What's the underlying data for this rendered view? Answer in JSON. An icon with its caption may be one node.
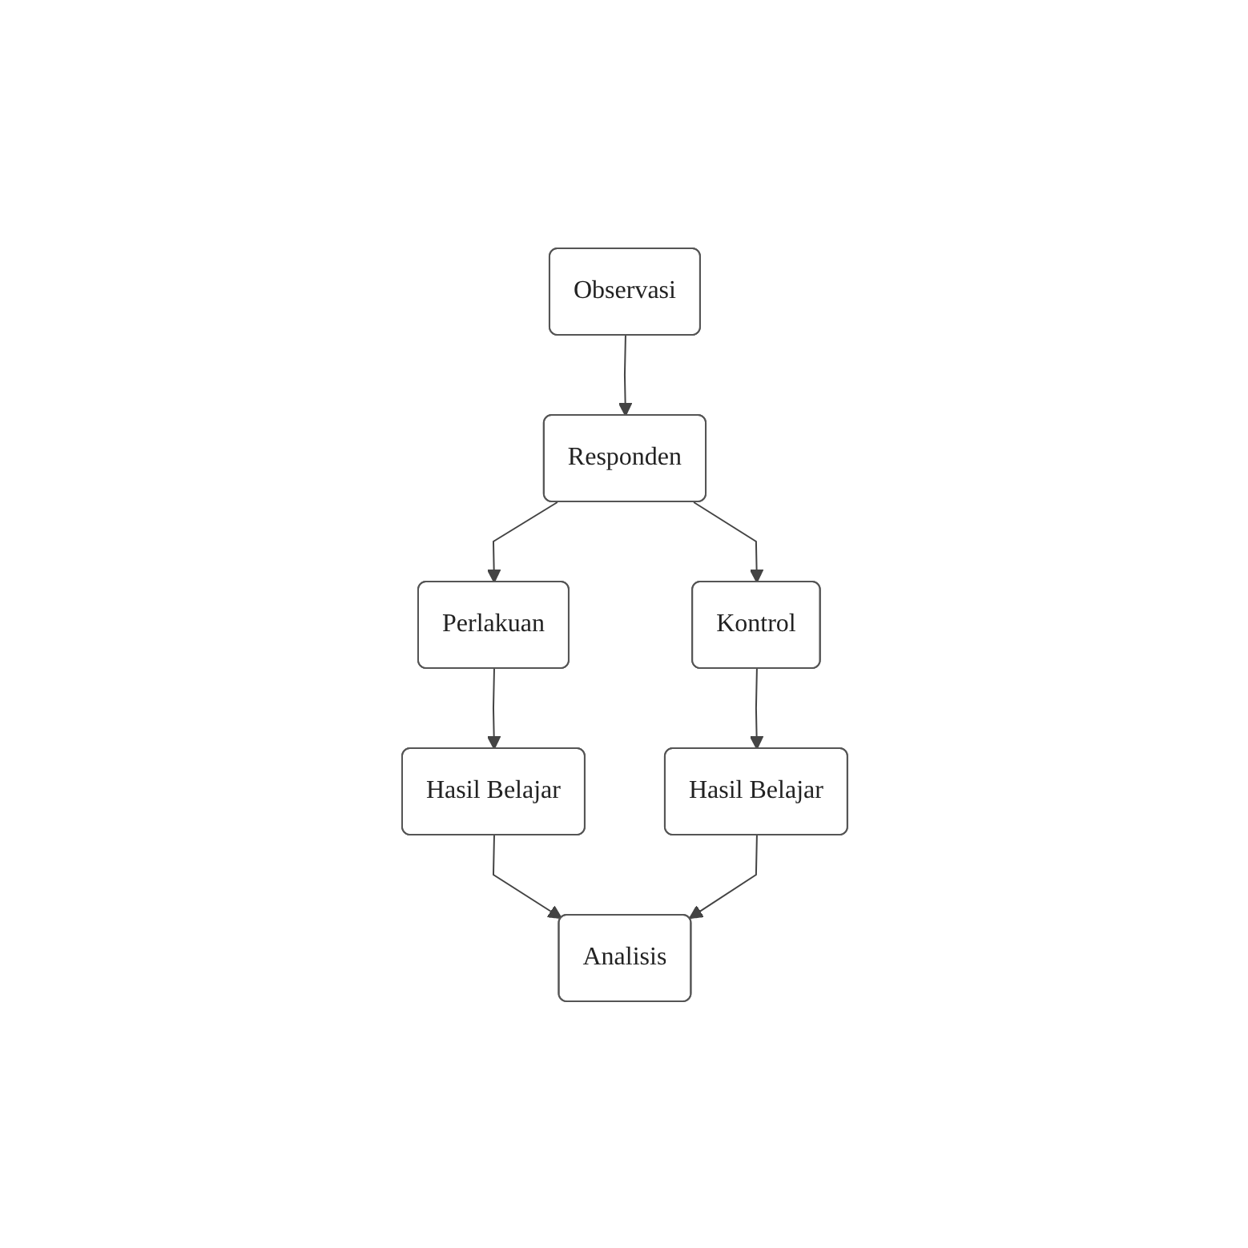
{
  "diagram": {
    "nodes": [
      {
        "text": [
          "Observasi"
        ]
      },
      {
        "text": [
          "Responden"
        ]
      },
      {
        "text": [
          "Perlakuan"
        ]
      },
      {
        "text": [
          "Kontrol"
        ]
      },
      {
        "text": [
          "Hasil Belajar"
        ]
      },
      {
        "text": [
          "Hasil Belajar"
        ]
      },
      {
        "text": [
          "Analisis"
        ]
      }
    ],
    "edges": [
      {
        "from": 0,
        "to": 1,
        "arrow": "to"
      },
      {
        "from": 1,
        "to": 2,
        "arrow": "to"
      },
      {
        "from": 1,
        "to": 3,
        "arrow": "to"
      },
      {
        "from": 2,
        "to": 4,
        "arrow": "to"
      },
      {
        "from": 3,
        "to": 5,
        "arrow": "to"
      },
      {
        "from": 4,
        "to": 6,
        "arrow": "to"
      },
      {
        "from": 5,
        "to": 6,
        "arrow": "to"
      }
    ]
  }
}
